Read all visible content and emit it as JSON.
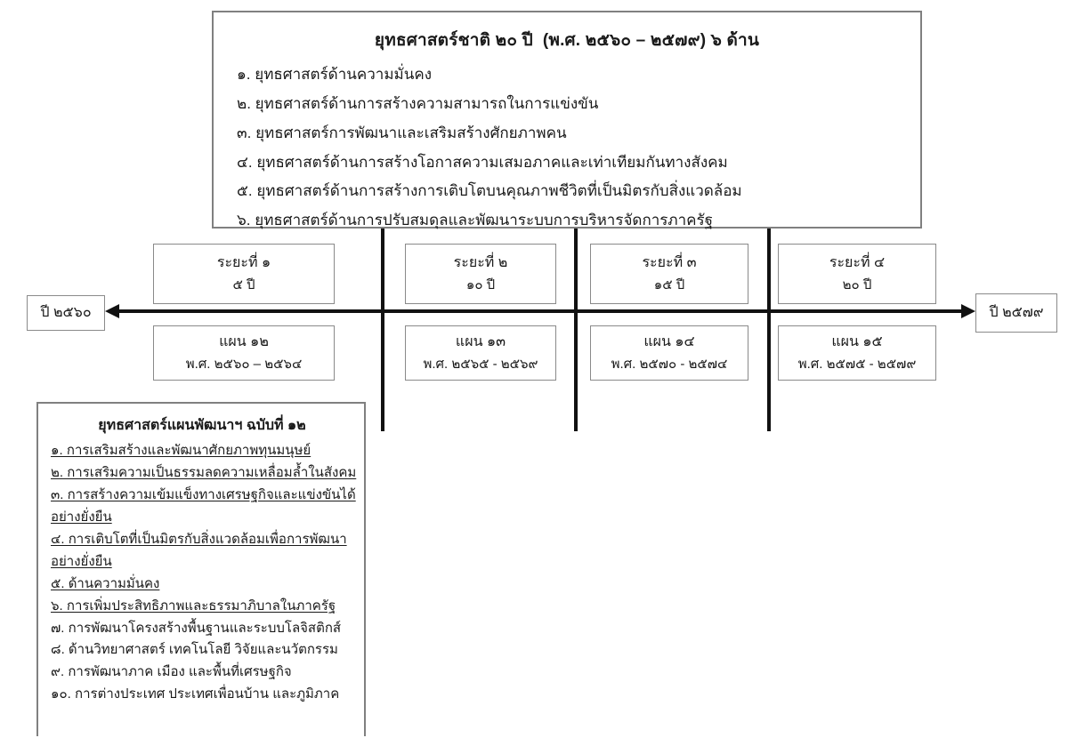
{
  "top_panel": {
    "title": "ยุทธศาสตร์ชาติ ๒๐ ปี  (พ.ศ. ๒๕๖๐ – ๒๕๗๙) ๖ ด้าน",
    "items": [
      "๑. ยุทธศาสตร์ด้านความมั่นคง",
      "๒. ยุทธศาสตร์ด้านการสร้างความสามารถในการแข่งขัน",
      "๓. ยุทธศาสตร์การพัฒนาและเสริมสร้างศักยภาพคน",
      "๔. ยุทธศาสตร์ด้านการสร้างโอกาสความเสมอภาคและเท่าเทียมกันทางสังคม",
      "๕. ยุทธศาสตร์ด้านการสร้างการเติบโตบนคุณภาพชีวิตที่เป็นมิตรกับสิ่งแวดล้อม",
      "๖. ยุทธศาสตร์ด้านการปรับสมดุลและพัฒนาระบบการบริหารจัดการภาครัฐ"
    ]
  },
  "timeline": {
    "year_start": "ปี ๒๕๖๐",
    "year_end": "ปี ๒๕๗๙",
    "phases": [
      {
        "label": "ระยะที่ ๑",
        "duration": "๕ ปี"
      },
      {
        "label": "ระยะที่ ๒",
        "duration": "๑๐ ปี"
      },
      {
        "label": "ระยะที่ ๓",
        "duration": "๑๕ ปี"
      },
      {
        "label": "ระยะที่ ๔",
        "duration": "๒๐ ปี"
      }
    ],
    "plans": [
      {
        "label": "แผน ๑๒",
        "years": "พ.ศ. ๒๕๖๐ – ๒๕๖๔"
      },
      {
        "label": "แผน ๑๓",
        "years": "พ.ศ. ๒๕๖๕ - ๒๕๖๙"
      },
      {
        "label": "แผน ๑๔",
        "years": "พ.ศ. ๒๕๗๐ - ๒๕๗๔"
      },
      {
        "label": "แผน ๑๕",
        "years": "พ.ศ. ๒๕๗๕ - ๒๕๗๙"
      }
    ]
  },
  "plan12_panel": {
    "title": "ยุทธศาสตร์แผนพัฒนาฯ ฉบับที่ ๑๒",
    "items": [
      {
        "text": "๑. การเสริมสร้างและพัฒนาศักยภาพทุนมนุษย์",
        "underlined": true
      },
      {
        "text": "๒. การเสริมความเป็นธรรมลดความเหลื่อมล้ำในสังคม",
        "underlined": true
      },
      {
        "text": "๓. การสร้างความเข้มแข็งทางเศรษฐกิจและแข่งขันได้",
        "underlined": true
      },
      {
        "text": "อย่างยั่งยืน",
        "underlined": true
      },
      {
        "text": "๔. การเติบโตที่เป็นมิตรกับสิ่งแวดล้อมเพื่อการพัฒนา",
        "underlined": true
      },
      {
        "text": "อย่างยั่งยืน",
        "underlined": true
      },
      {
        "text": "๕. ด้านความมั่นคง",
        "underlined": true
      },
      {
        "text": "๖. การเพิ่มประสิทธิภาพและธรรมาภิบาลในภาครัฐ",
        "underlined": true
      },
      {
        "text": "๗. การพัฒนาโครงสร้างพื้นฐานและระบบโลจิสติกส์",
        "underlined": false
      },
      {
        "text": "๘. ด้านวิทยาศาสตร์ เทคโนโลยี วิจัยและนวัตกรรม",
        "underlined": false
      },
      {
        "text": "๙. การพัฒนาภาค เมือง และพื้นที่เศรษฐกิจ",
        "underlined": false
      },
      {
        "text": "๑๐. การต่างประเทศ ประเทศเพื่อนบ้าน และภูมิภาค",
        "underlined": false
      }
    ]
  },
  "colors": {
    "line": "#111111",
    "box_border": "#808080",
    "background": "#ffffff"
  }
}
